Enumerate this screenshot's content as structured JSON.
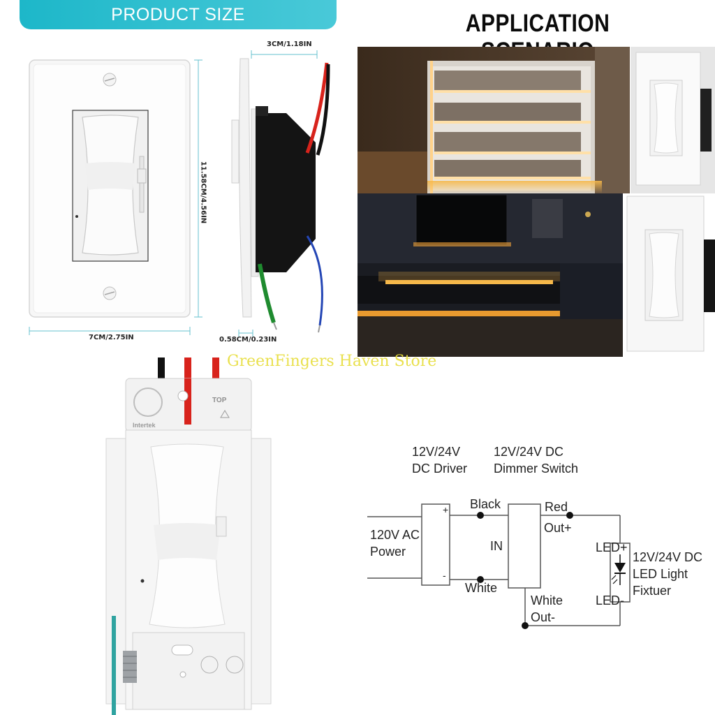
{
  "product_size": {
    "banner": "PRODUCT SIZE",
    "depth": "3CM/1.18IN",
    "height": "11.58CM/4.56IN",
    "width": "7CM/2.75IN",
    "plate_depth": "0.58CM/0.23IN"
  },
  "application": {
    "title": "APPLICATION SCENARIO"
  },
  "watermark": "GreenFingers Haven Store",
  "switch_labels": {
    "top": "TOP",
    "brand": "Intertek"
  },
  "diagram": {
    "driver_label_1": "12V/24V",
    "driver_label_2": "DC Driver",
    "dimmer_label_1": "12V/24V DC",
    "dimmer_label_2": "Dimmer Switch",
    "ac_1": "120V AC",
    "ac_2": "Power",
    "plus": "+",
    "minus": "-",
    "black": "Black",
    "white_in": "White",
    "in": "IN",
    "red": "Red",
    "out_plus": "Out+",
    "white_out_1": "White",
    "white_out_2": "Out-",
    "led_plus": "LED+",
    "led_minus": "LED-",
    "fixture_1": "12V/24V DC",
    "fixture_2": "LED Light",
    "fixture_3": "Fixtuer"
  },
  "colors": {
    "banner": "#1db7c9",
    "wire_red": "#d8231c",
    "wire_blue": "#2446b5",
    "wire_green": "#1f8b2f",
    "wire_teal": "#2fa3a0",
    "led_glow": "#f6b84a"
  }
}
